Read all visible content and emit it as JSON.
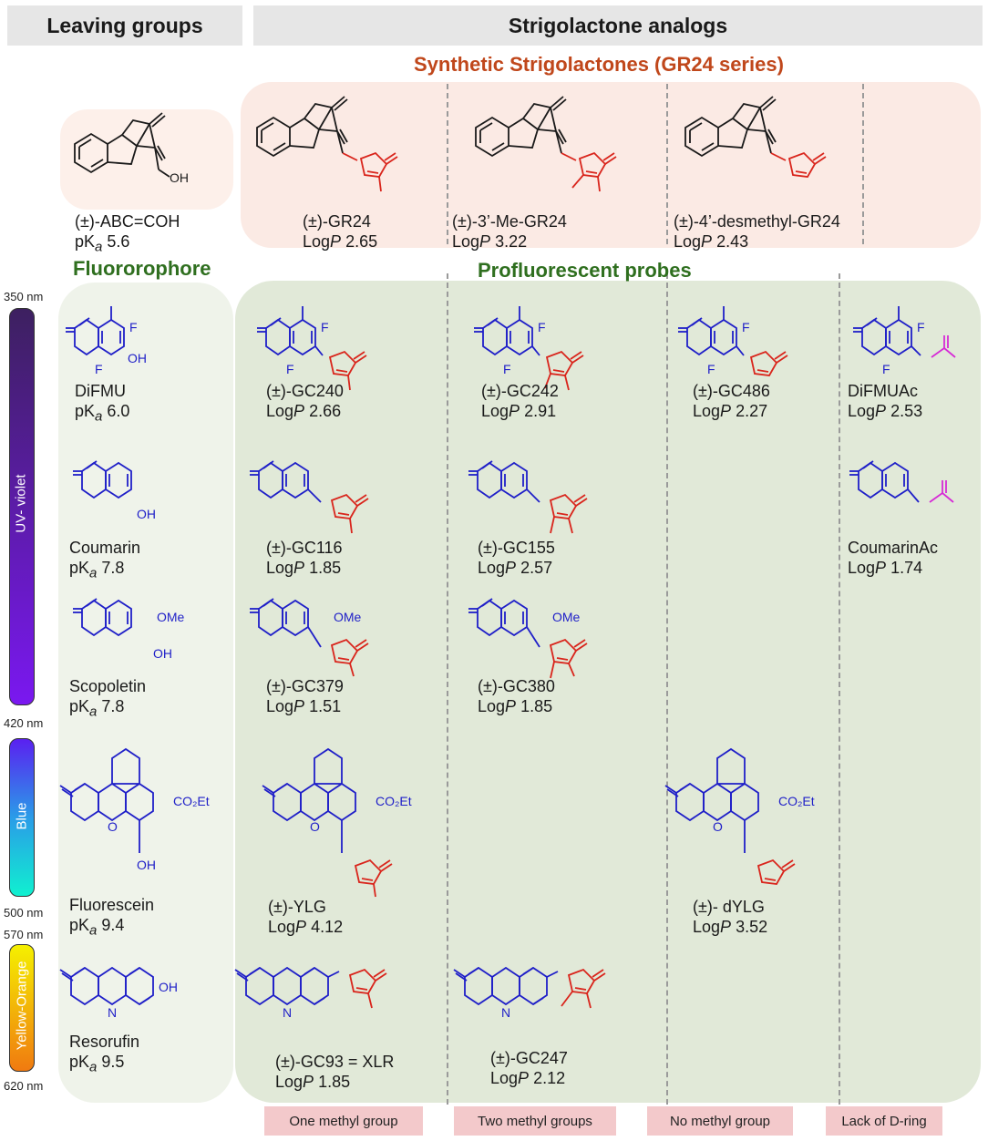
{
  "headers": {
    "leaving_groups": "Leaving  groups",
    "strigolactone_analogs": "Strigolactone analogs"
  },
  "section_titles": {
    "synthetic": "Synthetic Strigolactones (GR24 series)",
    "fluorophore": "Fluororophore",
    "probes": "Profluorescent probes"
  },
  "spectrum": {
    "wavelengths": [
      "350 nm",
      "420 nm",
      "500 nm",
      "570 nm",
      "620 nm"
    ],
    "bands": [
      {
        "label": "UV- violet",
        "color_top": "#3d2060",
        "color_bottom": "#7a18f0"
      },
      {
        "label": "Blue",
        "color_top": "#5a20f0",
        "color_bottom": "#10f0d0"
      },
      {
        "label": "Yellow-Orange",
        "color_top": "#f5f000",
        "color_bottom": "#f07a10"
      }
    ]
  },
  "leaving_groups": [
    {
      "name": "(±)-ABC=COH",
      "value_prefix": "pK",
      "sub": "a",
      "value": " 5.6"
    },
    {
      "name": "DiFMU",
      "value_prefix": "pK",
      "sub": "a",
      "value": " 6.0"
    },
    {
      "name": "Coumarin",
      "value_prefix": "pK",
      "sub": "a",
      "value": " 7.8"
    },
    {
      "name": "Scopoletin",
      "value_prefix": "pK",
      "sub": "a",
      "value": " 7.8"
    },
    {
      "name": "Fluorescein",
      "value_prefix": "pK",
      "sub": "a",
      "value": " 9.4"
    },
    {
      "name": "Resorufin",
      "value_prefix": "pK",
      "sub": "a",
      "value": " 9.5"
    }
  ],
  "gr24_series": [
    {
      "name": "(±)-GR24",
      "logp": "2.65"
    },
    {
      "name": "(±)-3’-Me-GR24",
      "logp": "3.22"
    },
    {
      "name": "(±)-4’-desmethyl-GR24",
      "logp": "2.43"
    }
  ],
  "probes": {
    "difmu_row": [
      {
        "name": "(±)-GC240",
        "logp": "2.66"
      },
      {
        "name": "(±)-GC242",
        "logp": "2.91"
      },
      {
        "name": "(±)-GC486",
        "logp": "2.27"
      },
      {
        "name": "DiFMUAc",
        "logp": "2.53"
      }
    ],
    "coumarin_row": [
      {
        "name": "(±)-GC116",
        "logp": "1.85"
      },
      {
        "name": "(±)-GC155",
        "logp": "2.57"
      },
      {
        "name": "CoumarinAc",
        "logp": "1.74"
      }
    ],
    "scopoletin_row": [
      {
        "name": "(±)-GC379",
        "logp": "1.51"
      },
      {
        "name": "(±)-GC380",
        "logp": "1.85"
      }
    ],
    "fluorescein_row": [
      {
        "name": "(±)-YLG",
        "logp": "4.12"
      },
      {
        "name": "(±)- dYLG",
        "logp": "3.52"
      }
    ],
    "resorufin_row": [
      {
        "name": "(±)-GC93 = XLR",
        "logp": "1.85"
      },
      {
        "name": "(±)-GC247",
        "logp": "2.12"
      }
    ]
  },
  "logp_label": "Log",
  "logp_italic": "P",
  "atoms": {
    "o": "O",
    "oh": "OH",
    "f": "F",
    "ome": "OMe",
    "n": "N",
    "co2et": "CO₂Et"
  },
  "footers": [
    "One methyl group",
    "Two methyl groups",
    "No methyl group",
    "Lack of D-ring"
  ],
  "colors": {
    "fluorophore_blue": "#1f1fc8",
    "d_ring_red": "#d9251c",
    "acetyl_magenta": "#d62ad6",
    "gr24_panel": "#fbeae4",
    "probe_panel": "#e1e9d8",
    "footer_pink": "#f3c9cb",
    "header_gray": "#e6e6e6"
  }
}
